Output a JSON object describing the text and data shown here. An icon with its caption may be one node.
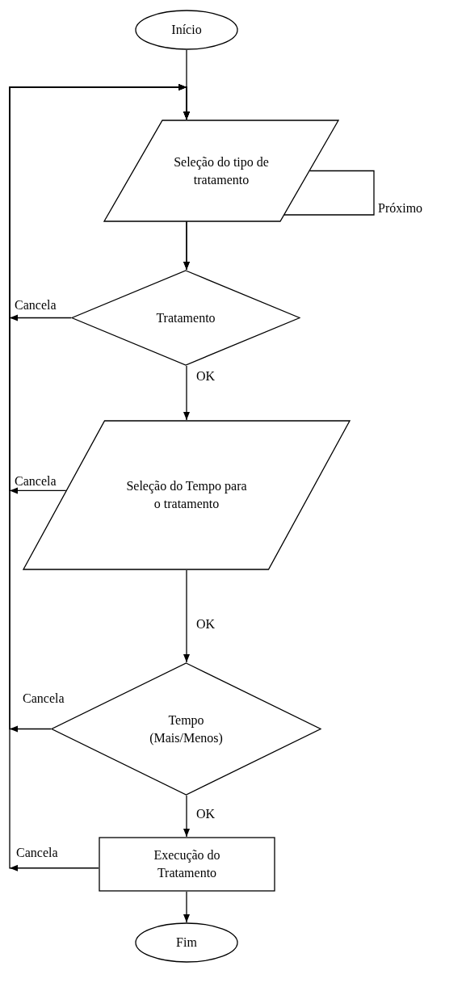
{
  "diagram": {
    "nodes": [
      {
        "text": [
          "Início"
        ]
      },
      {
        "text": [
          "Seleção do tipo de tratamento"
        ]
      },
      {
        "text": [
          "Tratamento"
        ]
      },
      {
        "text": [
          "Seleção do Tempo para o tratamento"
        ]
      },
      {
        "text": [
          "Tempo (Mais/Menos)"
        ]
      },
      {
        "text": [
          "Execução do Tratamento"
        ]
      },
      {
        "text": [
          "Fim"
        ]
      }
    ],
    "edges": [
      {
        "from": 0,
        "to": 1,
        "arrow": "to"
      },
      {
        "from": 1,
        "to": 2,
        "arrow": "to"
      },
      {
        "from": 1,
        "to": 2,
        "arrow": "to",
        "label": "Próximo"
      },
      {
        "from": 2,
        "to": 3,
        "arrow": "to",
        "label": "OK"
      },
      {
        "from": 3,
        "to": 4,
        "arrow": "to",
        "label": "OK"
      },
      {
        "from": 4,
        "to": 5,
        "arrow": "to",
        "label": "OK"
      },
      {
        "from": 5,
        "to": 6,
        "arrow": "to"
      },
      {
        "from": 2,
        "to": 1,
        "arrow": "to",
        "label": "Cancela"
      },
      {
        "from": 3,
        "to": 1,
        "arrow": "to",
        "label": "Cancela"
      },
      {
        "from": 4,
        "to": 1,
        "arrow": "to",
        "label": "Cancela"
      },
      {
        "from": 5,
        "to": 1,
        "arrow": "to",
        "label": "Cancela"
      }
    ]
  }
}
